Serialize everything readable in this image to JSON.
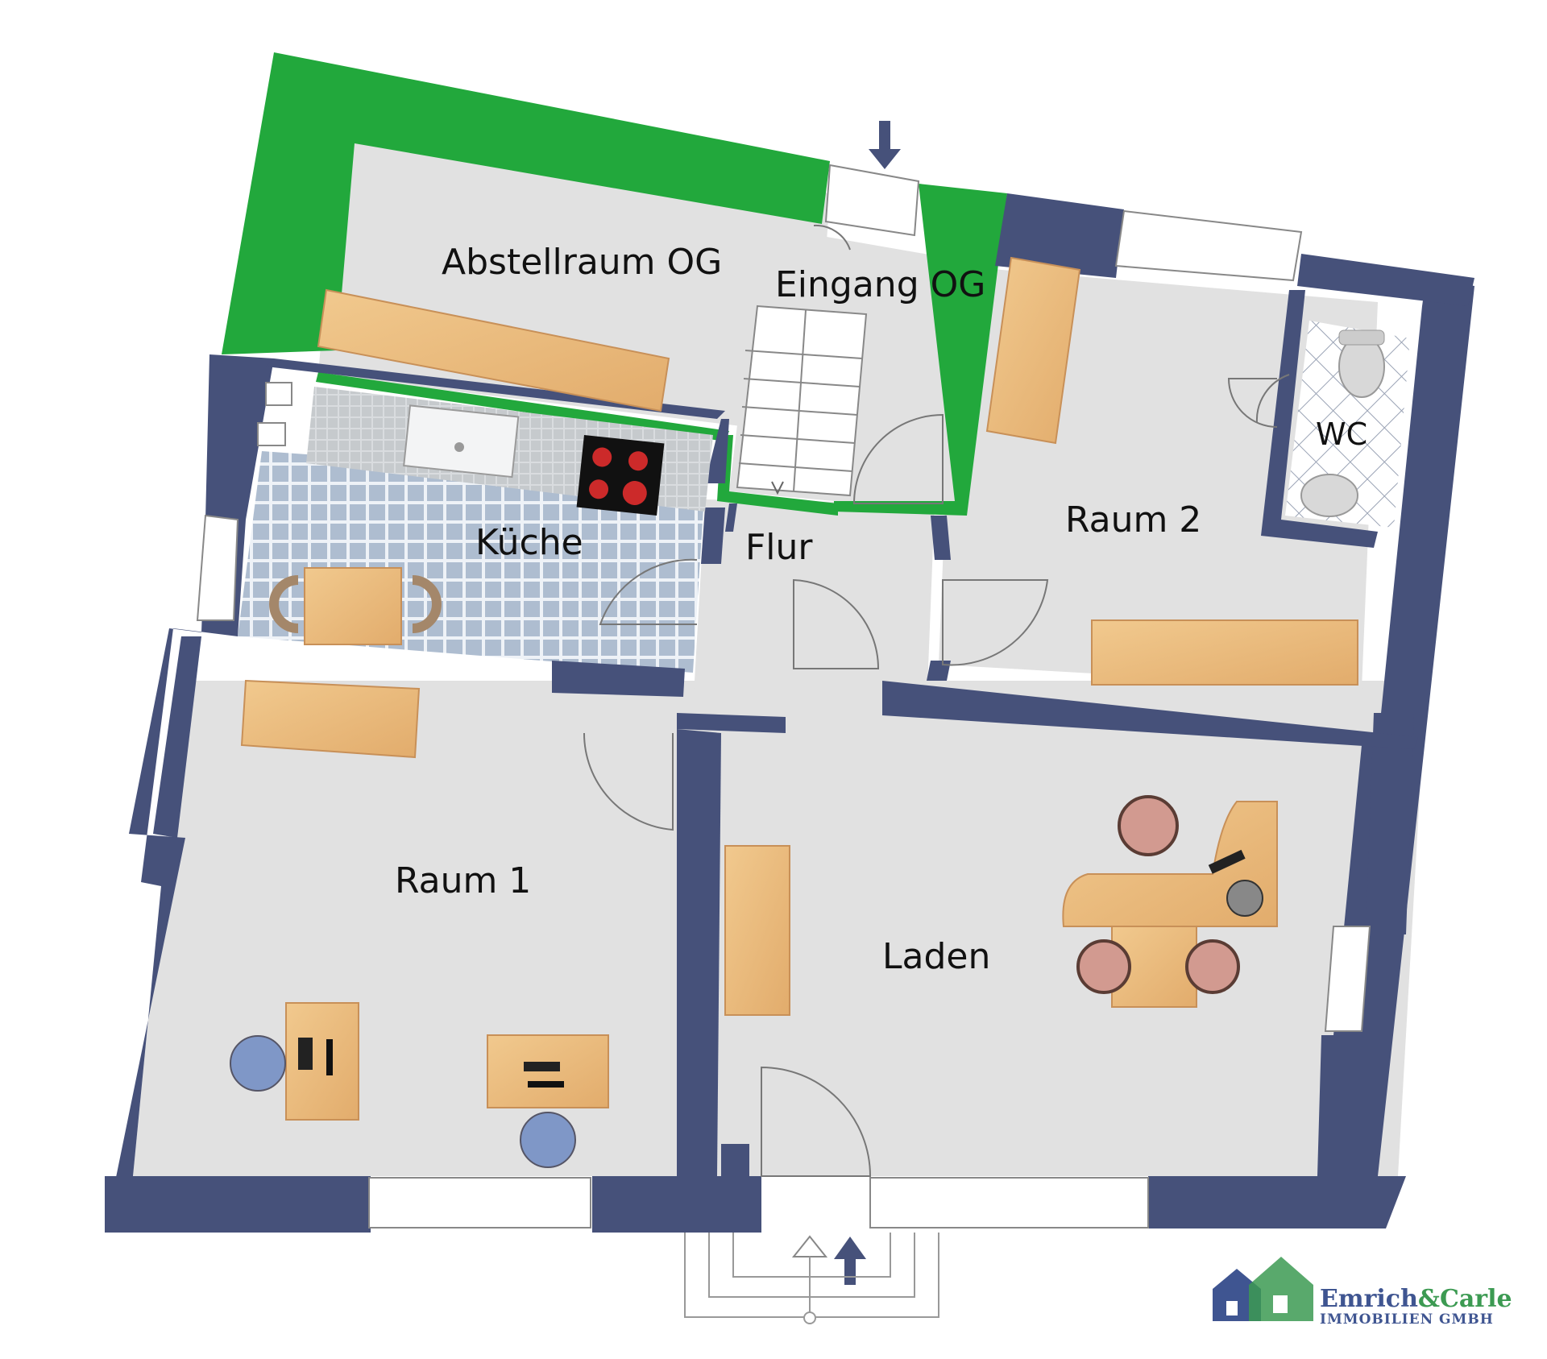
{
  "rooms": {
    "abstellraum": "Abstellraum OG",
    "eingang": "Eingang OG",
    "kueche": "Küche",
    "flur": "Flur",
    "raum2": "Raum 2",
    "wc": "WC",
    "raum1": "Raum 1",
    "laden": "Laden"
  },
  "logo": {
    "name_part1": "Emrich",
    "ampersand": "&",
    "name_part2": "Carle",
    "subtitle": "IMMOBILIEN GMBH"
  },
  "colors": {
    "wall": "#46517a",
    "floor": "#e1e1e1",
    "highlight_green": "#22a83c",
    "wood": "#e8b878",
    "kitchen_tile": "#aebdd0",
    "logo_blue": "#3f5591",
    "logo_green": "#3c9a52"
  },
  "icons": [
    "entrance-arrow-icon",
    "entrance-arrow-bottom-icon",
    "toilet-icon",
    "sink-icon",
    "cooktop-icon",
    "computer-icon",
    "chair-icon",
    "house-logo-icon"
  ]
}
